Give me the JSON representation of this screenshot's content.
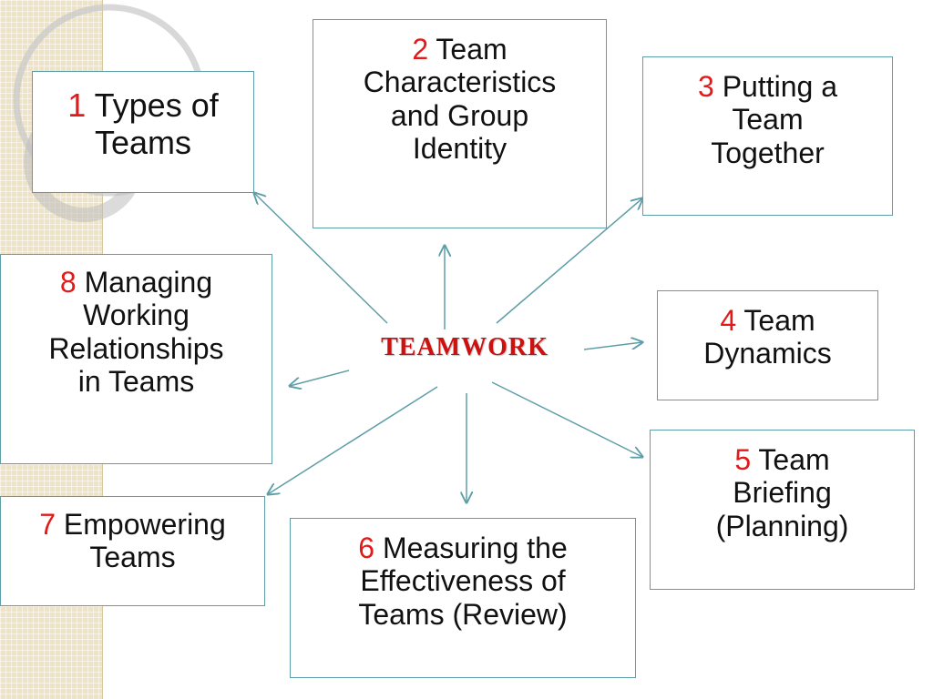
{
  "diagram": {
    "center": "TEAMWORK",
    "colors": {
      "number": "#e21a1a",
      "center_text": "#cc1111",
      "border": "#5e9ea8",
      "arrow": "#5e9ea8"
    },
    "nodes": [
      {
        "number": "1",
        "lines": [
          "Types of",
          "Teams"
        ]
      },
      {
        "number": "2",
        "lines": [
          "Team",
          "Characteristics",
          "and Group",
          "Identity"
        ]
      },
      {
        "number": "3",
        "lines": [
          "Putting a",
          "Team",
          "Together"
        ]
      },
      {
        "number": "4",
        "lines": [
          "Team",
          "Dynamics"
        ]
      },
      {
        "number": "5",
        "lines": [
          "Team",
          "Briefing",
          "(Planning)"
        ]
      },
      {
        "number": "6",
        "lines": [
          "Measuring the",
          "Effectiveness of",
          "Teams (Review)"
        ]
      },
      {
        "number": "7",
        "lines": [
          "Empowering",
          "Teams"
        ]
      },
      {
        "number": "8",
        "lines": [
          "Managing",
          "Working",
          "Relationships",
          "in Teams"
        ]
      }
    ]
  }
}
